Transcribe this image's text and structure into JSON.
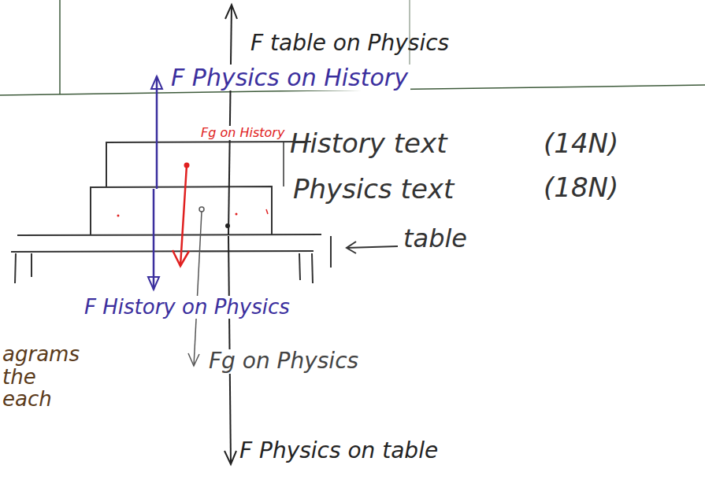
{
  "diagram": {
    "labels": [
      "F table on Physics",
      "F Physics on History",
      "Fg on History",
      "History text",
      "(14N)",
      "Physics text",
      "(18N)",
      "table",
      "F History on Physics",
      "Fg on Physics",
      "F Physics on table",
      "agrams the each"
    ]
  }
}
